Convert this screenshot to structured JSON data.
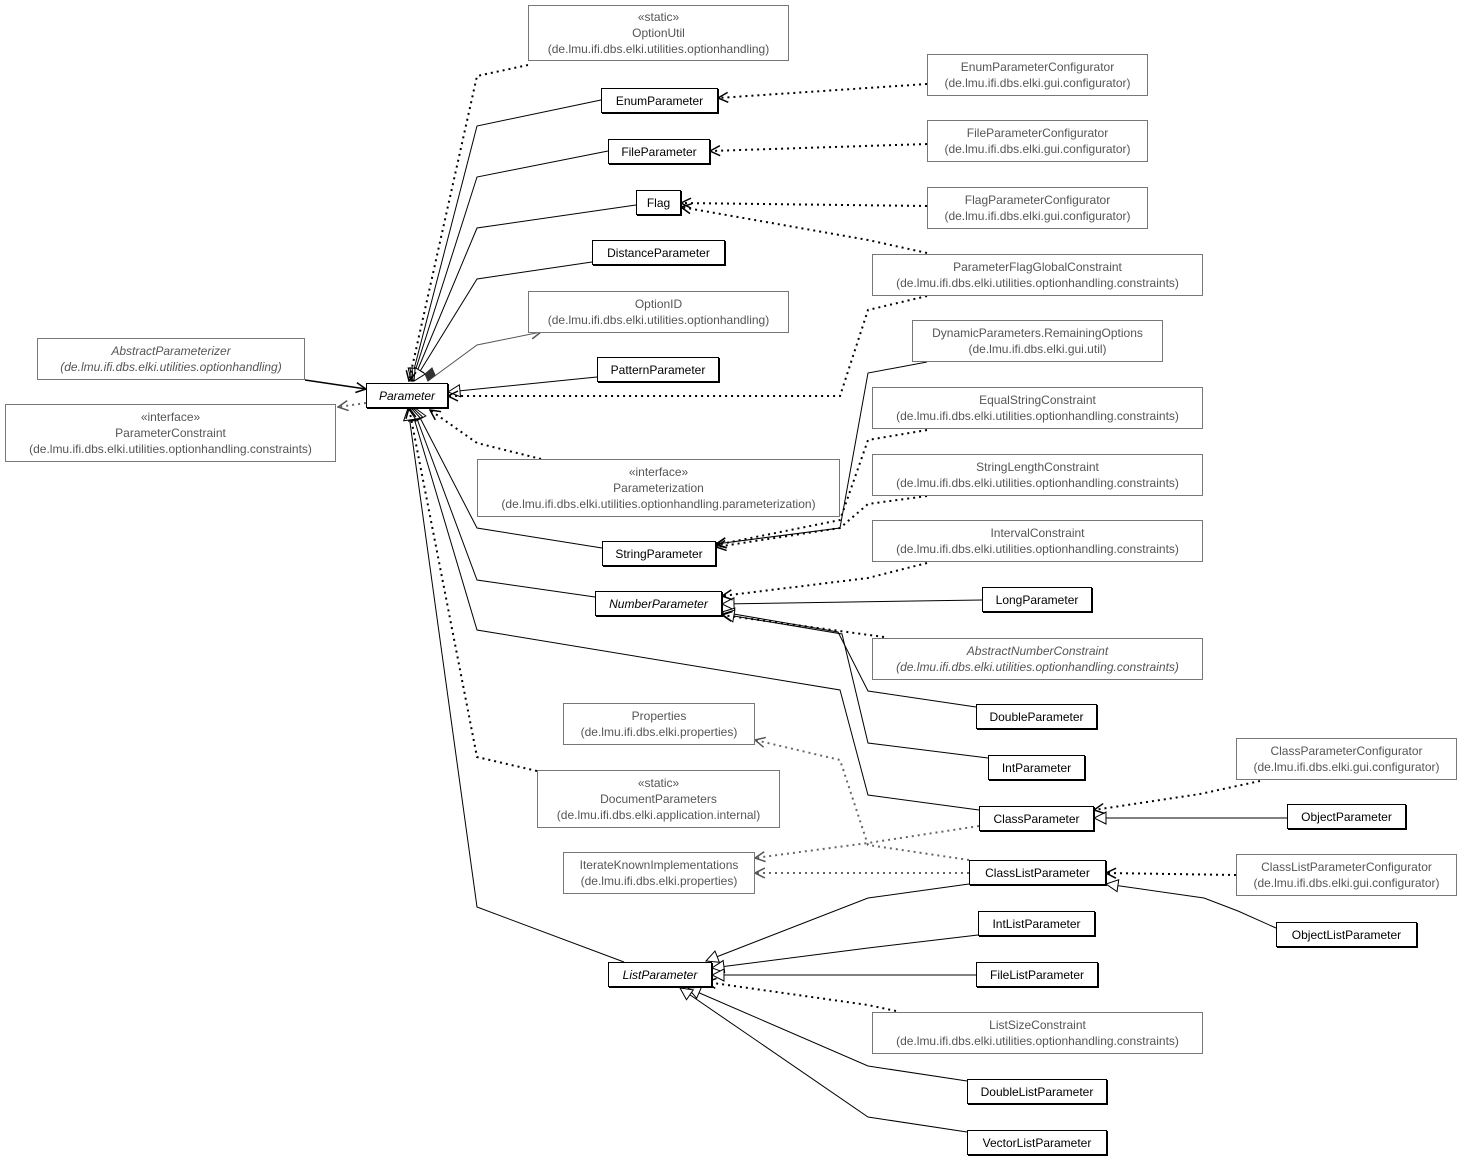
{
  "nodes": {
    "option_util": {
      "lines": [
        "«static»",
        "OptionUtil",
        "(de.lmu.ifi.dbs.elki.utilities.optionhandling)"
      ]
    },
    "enum_param_cfg": {
      "lines": [
        "EnumParameterConfigurator",
        "(de.lmu.ifi.dbs.elki.gui.configurator)"
      ]
    },
    "file_param_cfg": {
      "lines": [
        "FileParameterConfigurator",
        "(de.lmu.ifi.dbs.elki.gui.configurator)"
      ]
    },
    "flag_param_cfg": {
      "lines": [
        "FlagParameterConfigurator",
        "(de.lmu.ifi.dbs.elki.gui.configurator)"
      ]
    },
    "param_flag_global": {
      "lines": [
        "ParameterFlagGlobalConstraint",
        "(de.lmu.ifi.dbs.elki.utilities.optionhandling.constraints)"
      ]
    },
    "dynamic_remaining": {
      "lines": [
        "DynamicParameters.RemainingOptions",
        "(de.lmu.ifi.dbs.elki.gui.util)"
      ]
    },
    "equal_string": {
      "lines": [
        "EqualStringConstraint",
        "(de.lmu.ifi.dbs.elki.utilities.optionhandling.constraints)"
      ]
    },
    "string_length": {
      "lines": [
        "StringLengthConstraint",
        "(de.lmu.ifi.dbs.elki.utilities.optionhandling.constraints)"
      ]
    },
    "interval": {
      "lines": [
        "IntervalConstraint",
        "(de.lmu.ifi.dbs.elki.utilities.optionhandling.constraints)"
      ]
    },
    "abstract_number_constraint": {
      "lines": [
        "AbstractNumberConstraint",
        "(de.lmu.ifi.dbs.elki.utilities.optionhandling.constraints)"
      ]
    },
    "option_id": {
      "lines": [
        "OptionID",
        "(de.lmu.ifi.dbs.elki.utilities.optionhandling)"
      ]
    },
    "abstract_parameterizer": {
      "lines": [
        "AbstractParameterizer",
        "(de.lmu.ifi.dbs.elki.utilities.optionhandling)"
      ]
    },
    "parameter_constraint": {
      "lines": [
        "«interface»",
        "ParameterConstraint",
        "(de.lmu.ifi.dbs.elki.utilities.optionhandling.constraints)"
      ]
    },
    "parameterization": {
      "lines": [
        "«interface»",
        "Parameterization",
        "(de.lmu.ifi.dbs.elki.utilities.optionhandling.parameterization)"
      ]
    },
    "properties": {
      "lines": [
        "Properties",
        "(de.lmu.ifi.dbs.elki.properties)"
      ]
    },
    "document_parameters": {
      "lines": [
        "«static»",
        "DocumentParameters",
        "(de.lmu.ifi.dbs.elki.application.internal)"
      ]
    },
    "iterate_known": {
      "lines": [
        "IterateKnownImplementations",
        "(de.lmu.ifi.dbs.elki.properties)"
      ]
    },
    "class_param_cfg": {
      "lines": [
        "ClassParameterConfigurator",
        "(de.lmu.ifi.dbs.elki.gui.configurator)"
      ]
    },
    "class_list_param_cfg": {
      "lines": [
        "ClassListParameterConfigurator",
        "(de.lmu.ifi.dbs.elki.gui.configurator)"
      ]
    },
    "list_size": {
      "lines": [
        "ListSizeConstraint",
        "(de.lmu.ifi.dbs.elki.utilities.optionhandling.constraints)"
      ]
    },
    "enum_parameter": {
      "lines": [
        "EnumParameter"
      ]
    },
    "file_parameter": {
      "lines": [
        "FileParameter"
      ]
    },
    "flag": {
      "lines": [
        "Flag"
      ]
    },
    "distance_parameter": {
      "lines": [
        "DistanceParameter"
      ]
    },
    "pattern_parameter": {
      "lines": [
        "PatternParameter"
      ]
    },
    "parameter": {
      "lines": [
        "Parameter"
      ]
    },
    "string_parameter": {
      "lines": [
        "StringParameter"
      ]
    },
    "number_parameter": {
      "lines": [
        "NumberParameter"
      ]
    },
    "long_parameter": {
      "lines": [
        "LongParameter"
      ]
    },
    "double_parameter": {
      "lines": [
        "DoubleParameter"
      ]
    },
    "int_parameter": {
      "lines": [
        "IntParameter"
      ]
    },
    "class_parameter": {
      "lines": [
        "ClassParameter"
      ]
    },
    "object_parameter": {
      "lines": [
        "ObjectParameter"
      ]
    },
    "class_list_parameter": {
      "lines": [
        "ClassListParameter"
      ]
    },
    "object_list_parameter": {
      "lines": [
        "ObjectListParameter"
      ]
    },
    "int_list_parameter": {
      "lines": [
        "IntListParameter"
      ]
    },
    "file_list_parameter": {
      "lines": [
        "FileListParameter"
      ]
    },
    "list_parameter": {
      "lines": [
        "ListParameter"
      ]
    },
    "double_list_parameter": {
      "lines": [
        "DoubleListParameter"
      ]
    },
    "vector_list_parameter": {
      "lines": [
        "VectorListParameter"
      ]
    }
  }
}
